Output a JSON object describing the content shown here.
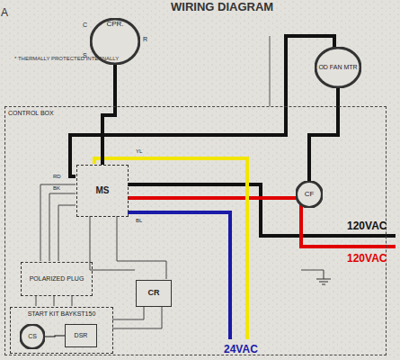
{
  "diagram": {
    "title": "WIRING DIAGRAM",
    "nodes": [
      {
        "text": [
          "CPR."
        ]
      },
      {
        "text": [
          "OD FAN MTR"
        ]
      },
      {
        "text": [
          "CONTROL BOX"
        ]
      },
      {
        "text": [
          "MS"
        ],
        "in": 2
      },
      {
        "text": [
          "CF"
        ],
        "in": 2
      },
      {
        "text": [
          "POLARIZED PLUG"
        ],
        "in": 2
      },
      {
        "text": [
          "CR"
        ],
        "in": 2
      },
      {
        "text": [
          "START KIT BAYKST150"
        ],
        "in": 2
      },
      {
        "text": [
          "CS"
        ],
        "in": 7
      },
      {
        "text": [
          "DSR"
        ],
        "in": 7
      }
    ],
    "edges": [
      {
        "from": 0,
        "to": 3,
        "arrow": "none"
      },
      {
        "from": 1,
        "to": 4,
        "arrow": "none"
      },
      {
        "from": 8,
        "to": 9,
        "arrow": "none"
      }
    ],
    "labels": [
      "A",
      "* THERMALLY PROTECTED INTERNALLY",
      "C",
      "S",
      "R",
      "RD",
      "BK",
      "YL",
      "BL",
      "120VAC",
      "120VAC",
      "24VAC"
    ]
  }
}
